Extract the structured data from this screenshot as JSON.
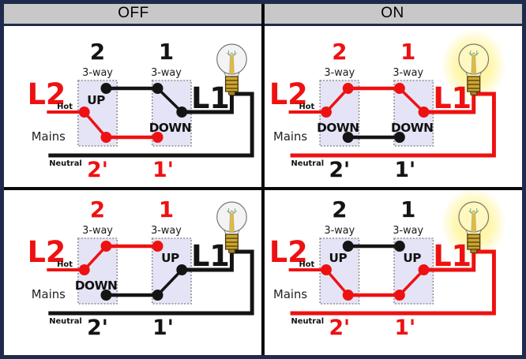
{
  "header": {
    "off": "OFF",
    "on": "ON"
  },
  "colors": {
    "red": "#ee1111",
    "black": "#141414",
    "frame_border": "#1f2b4d",
    "divider": "#0a0a0a",
    "header_bg": "#c8c8c8",
    "box_fill": "#e4e4f6",
    "box_border": "#8f8f8f",
    "bulb_base": "#cda62e",
    "glow": "#fff59d"
  },
  "quadrants": [
    {
      "view": "0 0 330 204",
      "num2": "2",
      "num2_color": "#141414",
      "way2": "3-way",
      "num1": "1",
      "num1_color": "#141414",
      "way1": "3-way",
      "l2": "L2",
      "hot": "Hot",
      "mains": "Mains",
      "neutral": "Neutral",
      "l1": "L1",
      "l1_color": "#141414",
      "num2p": "2'",
      "num2p_color": "#ee1111",
      "num1p": "1'",
      "num1p_color": "#ee1111",
      "sw2_state": "UP",
      "sw2_state_y": "99",
      "sw1_state": "DOWN",
      "sw1_state_y": "134",
      "sw2_blade_y2": "141",
      "sw2_blade_color": "#ee1111",
      "sw1_blade_y1": "79",
      "sw1_blade_color": "#141414",
      "sw2_t": "#141414",
      "sw2_c": "#ee1111",
      "sw2_b": "#ee1111",
      "sw1_t": "#141414",
      "sw1_c": "#141414",
      "sw1_b": "#ee1111",
      "top_wire": "#141414",
      "bottom_wire": "#ee1111",
      "circuit": "#141414",
      "glow_opacity": "0",
      "glass_fill": "#f3f3f3"
    },
    {
      "view": "24 0 330 204",
      "num2": "2",
      "num2_color": "#ee1111",
      "way2": "3-way",
      "num1": "1",
      "num1_color": "#ee1111",
      "way1": "3-way",
      "l2": "L2",
      "hot": "Hot",
      "mains": "Mains",
      "neutral": "Neutral",
      "l1": "L1",
      "l1_color": "#ee1111",
      "num2p": "2'",
      "num2p_color": "#141414",
      "num1p": "1'",
      "num1p_color": "#141414",
      "sw2_state": "DOWN",
      "sw2_state_y": "134",
      "sw1_state": "DOWN",
      "sw1_state_y": "134",
      "sw2_blade_y2": "79",
      "sw2_blade_color": "#ee1111",
      "sw1_blade_y1": "79",
      "sw1_blade_color": "#ee1111",
      "sw2_t": "#ee1111",
      "sw2_c": "#ee1111",
      "sw2_b": "#141414",
      "sw1_t": "#ee1111",
      "sw1_c": "#ee1111",
      "sw1_b": "#141414",
      "top_wire": "#ee1111",
      "bottom_wire": "#141414",
      "circuit": "#ee1111",
      "glow_opacity": "1",
      "glass_fill": "#fff8c0"
    },
    {
      "view": "0 8 330 209",
      "num2": "2",
      "num2_color": "#ee1111",
      "way2": "3-way",
      "num1": "1",
      "num1_color": "#ee1111",
      "way1": "3-way",
      "l2": "L2",
      "hot": "Hot",
      "mains": "Mains",
      "neutral": "Neutral",
      "l1": "L1",
      "l1_color": "#141414",
      "num2p": "2'",
      "num2p_color": "#141414",
      "num1p": "1'",
      "num1p_color": "#141414",
      "sw2_state": "DOWN",
      "sw2_state_y": "134",
      "sw1_state": "UP",
      "sw1_state_y": "99",
      "sw2_blade_y2": "79",
      "sw2_blade_color": "#ee1111",
      "sw1_blade_y1": "141",
      "sw1_blade_color": "#141414",
      "sw2_t": "#ee1111",
      "sw2_c": "#ee1111",
      "sw2_b": "#141414",
      "sw1_t": "#ee1111",
      "sw1_c": "#141414",
      "sw1_b": "#141414",
      "top_wire": "#ee1111",
      "bottom_wire": "#141414",
      "circuit": "#141414",
      "glow_opacity": "0",
      "glass_fill": "#f3f3f3"
    },
    {
      "view": "24 8 330 209",
      "num2": "2",
      "num2_color": "#141414",
      "way2": "3-way",
      "num1": "1",
      "num1_color": "#141414",
      "way1": "3-way",
      "l2": "L2",
      "hot": "Hot",
      "mains": "Mains",
      "neutral": "Neutral",
      "l1": "L1",
      "l1_color": "#ee1111",
      "num2p": "2'",
      "num2p_color": "#ee1111",
      "num1p": "1'",
      "num1p_color": "#ee1111",
      "sw2_state": "UP",
      "sw2_state_y": "99",
      "sw1_state": "UP",
      "sw1_state_y": "99",
      "sw2_blade_y2": "141",
      "sw2_blade_color": "#ee1111",
      "sw1_blade_y1": "141",
      "sw1_blade_color": "#ee1111",
      "sw2_t": "#141414",
      "sw2_c": "#ee1111",
      "sw2_b": "#ee1111",
      "sw1_t": "#141414",
      "sw1_c": "#ee1111",
      "sw1_b": "#ee1111",
      "top_wire": "#141414",
      "bottom_wire": "#ee1111",
      "circuit": "#ee1111",
      "glow_opacity": "1",
      "glass_fill": "#fff8c0"
    }
  ]
}
